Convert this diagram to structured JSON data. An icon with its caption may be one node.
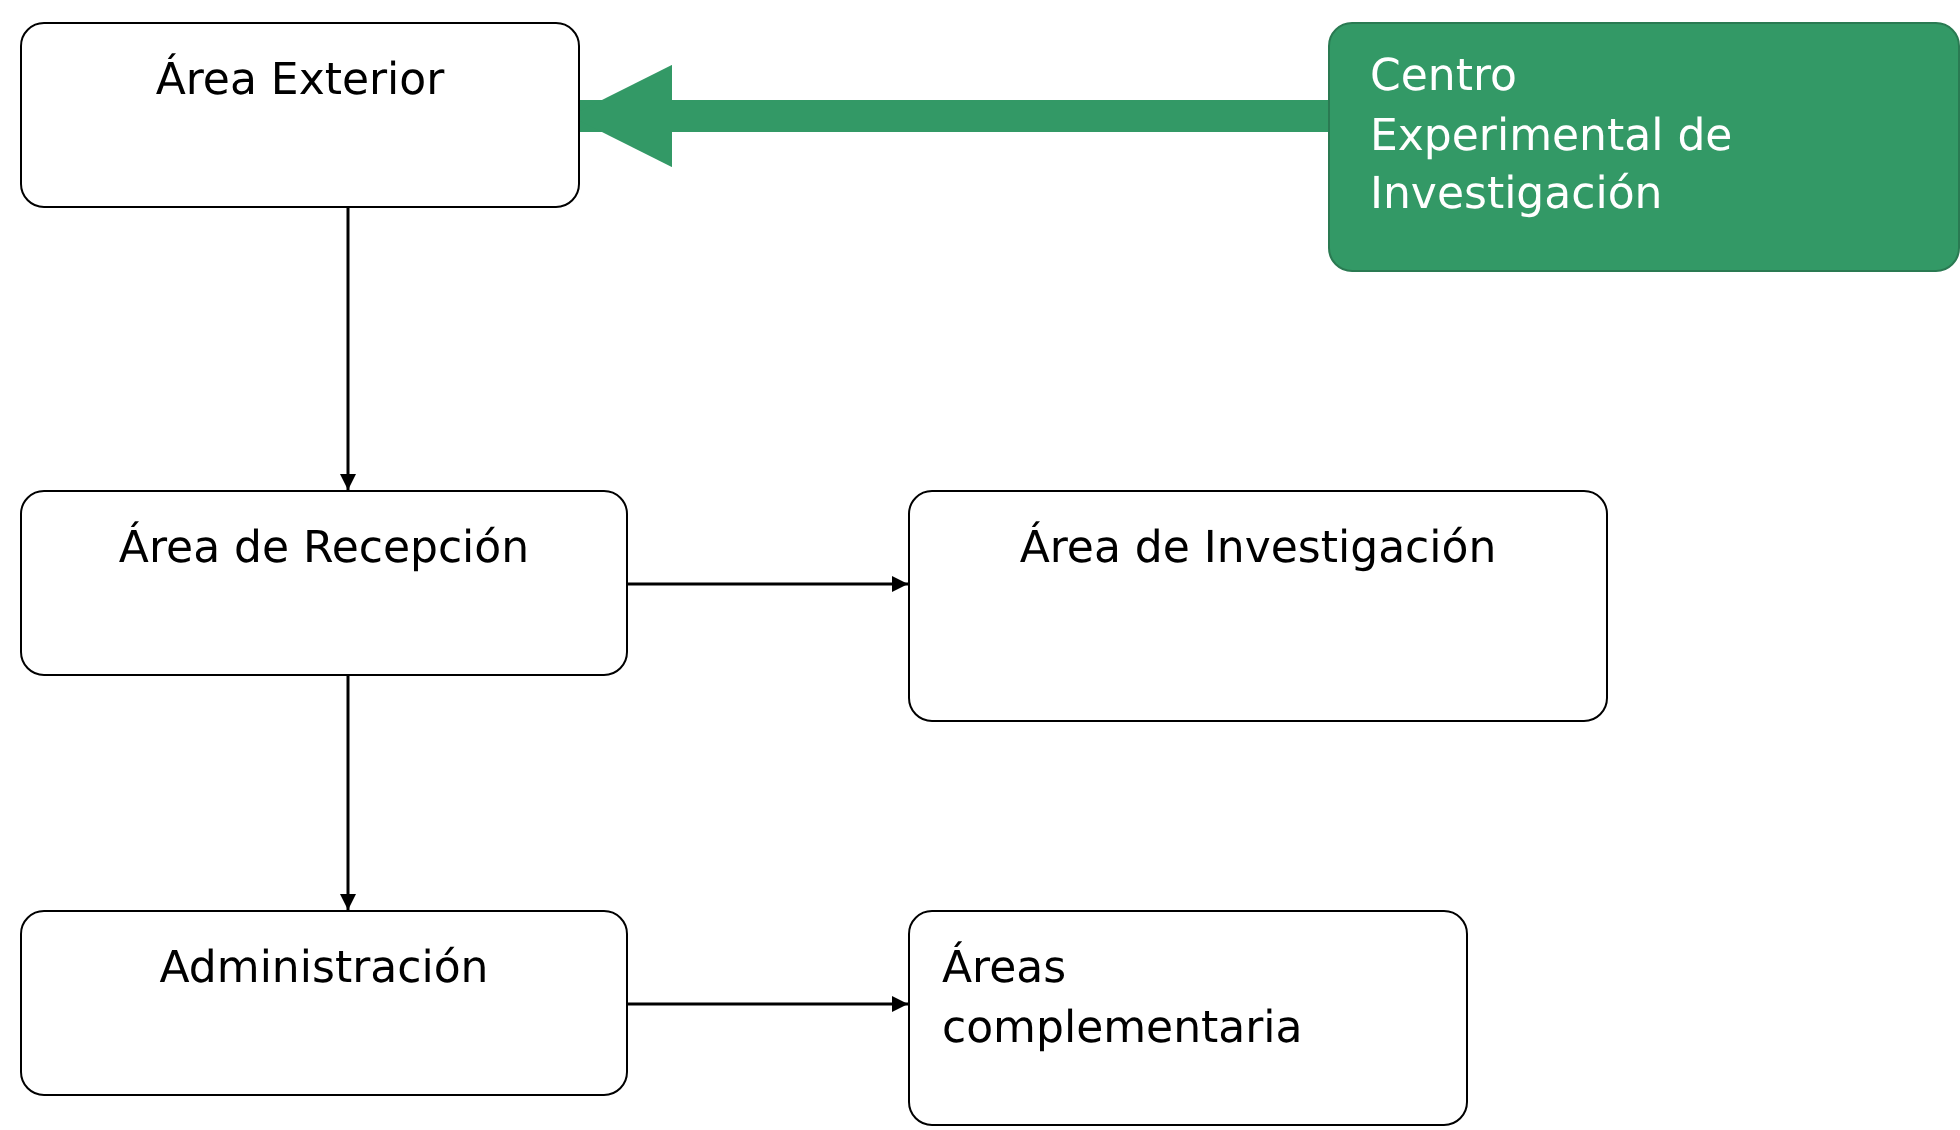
{
  "diagram": {
    "nodes": [
      {
        "text": [
          "Área Exterior"
        ]
      },
      {
        "text": [
          "Centro Experimental de Investigación"
        ]
      },
      {
        "text": [
          "Área de Recepción"
        ]
      },
      {
        "text": [
          "Área de Investigación"
        ]
      },
      {
        "text": [
          "Administración"
        ]
      },
      {
        "text": [
          "Áreas complementaria"
        ]
      }
    ],
    "edges": [
      {
        "from": 1,
        "to": 0,
        "arrow": "to",
        "style": "thick",
        "color": "#339966"
      },
      {
        "from": 0,
        "to": 2,
        "arrow": "to"
      },
      {
        "from": 2,
        "to": 3,
        "arrow": "to"
      },
      {
        "from": 2,
        "to": 4,
        "arrow": "to"
      },
      {
        "from": 4,
        "to": 5,
        "arrow": "to"
      }
    ]
  }
}
